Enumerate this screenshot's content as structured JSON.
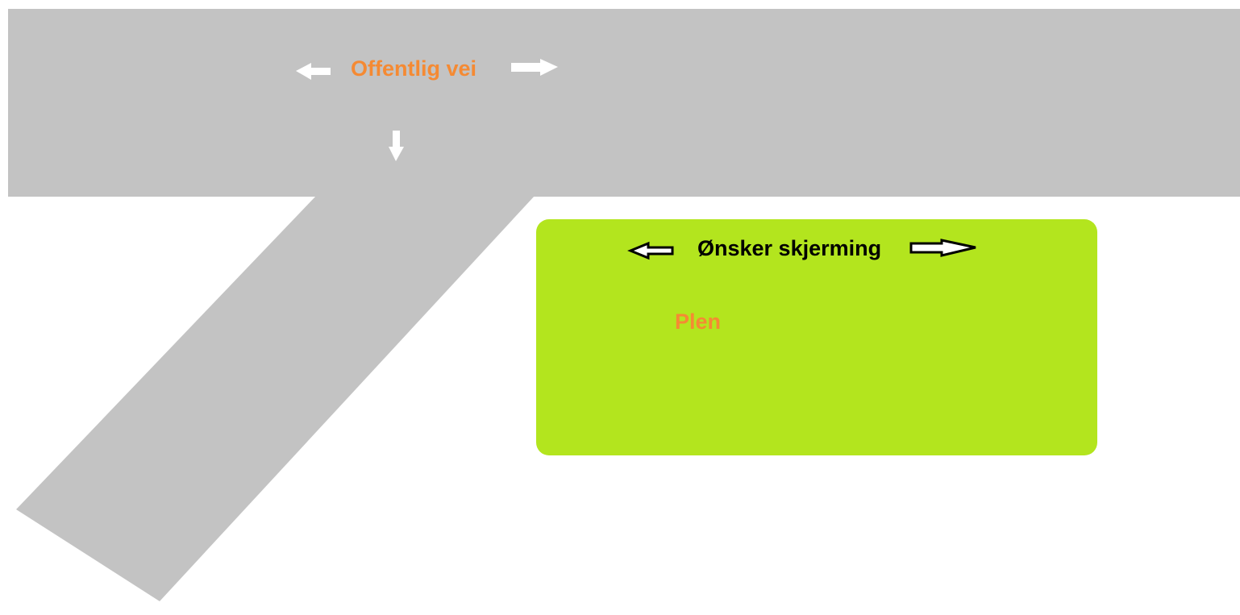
{
  "colors": {
    "road": "#c3c3c3",
    "lawn": "#b3e51e",
    "road_label": "#f58a33",
    "lawn_label": "#f58a33",
    "screening_label": "#000000",
    "road_arrow": "#ffffff",
    "screening_arrow_fill": "#ffffff",
    "screening_arrow_stroke": "#000000"
  },
  "road": {
    "label": "Offentlig vei",
    "icons": [
      "arrow-left-icon",
      "arrow-right-icon",
      "arrow-down-icon"
    ]
  },
  "lawn": {
    "label": "Plen",
    "screening_label": "Ønsker skjerming",
    "icons": [
      "arrow-left-outline-icon",
      "arrow-right-outline-icon"
    ]
  }
}
